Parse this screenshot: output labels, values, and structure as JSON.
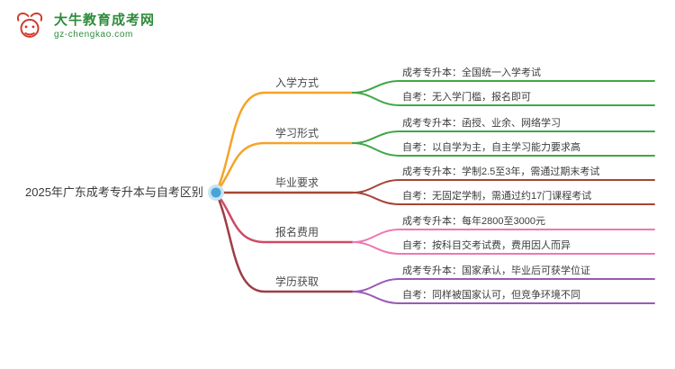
{
  "logo": {
    "title": "大牛教育成考网",
    "domain": "gz-chengkao.com",
    "brand_green": "#2e8b3c",
    "brand_red": "#d23a2c"
  },
  "root": {
    "title": "2025年广东成考专升本与自考区别",
    "node_color": "#4aa3d8",
    "node_ring_color": "#c9e4f2"
  },
  "branches": [
    {
      "label": "入学方式",
      "color": "#f5a329",
      "children": [
        {
          "text": "成考专升本：全国统一入学考试",
          "color": "#3fa746"
        },
        {
          "text": "自考：无入学门槛，报名即可",
          "color": "#3fa746"
        }
      ]
    },
    {
      "label": "学习形式",
      "color": "#f5a329",
      "children": [
        {
          "text": "成考专升本：函授、业余、网络学习",
          "color": "#3fa746"
        },
        {
          "text": "自考：以自学为主，自主学习能力要求高",
          "color": "#3fa746"
        }
      ]
    },
    {
      "label": "毕业要求",
      "color": "#a64535",
      "children": [
        {
          "text": "成考专升本：学制2.5至3年，需通过期末考试",
          "color": "#a64535"
        },
        {
          "text": "自考：无固定学制，需通过约17门课程考试",
          "color": "#a64535"
        }
      ]
    },
    {
      "label": "报名费用",
      "color": "#cf4a63",
      "children": [
        {
          "text": "成考专升本：每年2800至3000元",
          "color": "#ee78b0"
        },
        {
          "text": "自考：按科目交考试费，费用因人而异",
          "color": "#ee78b0"
        }
      ]
    },
    {
      "label": "学历获取",
      "color": "#9c3e45",
      "children": [
        {
          "text": "成考专升本：国家承认，毕业后可获学位证",
          "color": "#9b59b6"
        },
        {
          "text": "自考：同样被国家认可，但竞争环境不同",
          "color": "#9b59b6"
        }
      ]
    }
  ]
}
